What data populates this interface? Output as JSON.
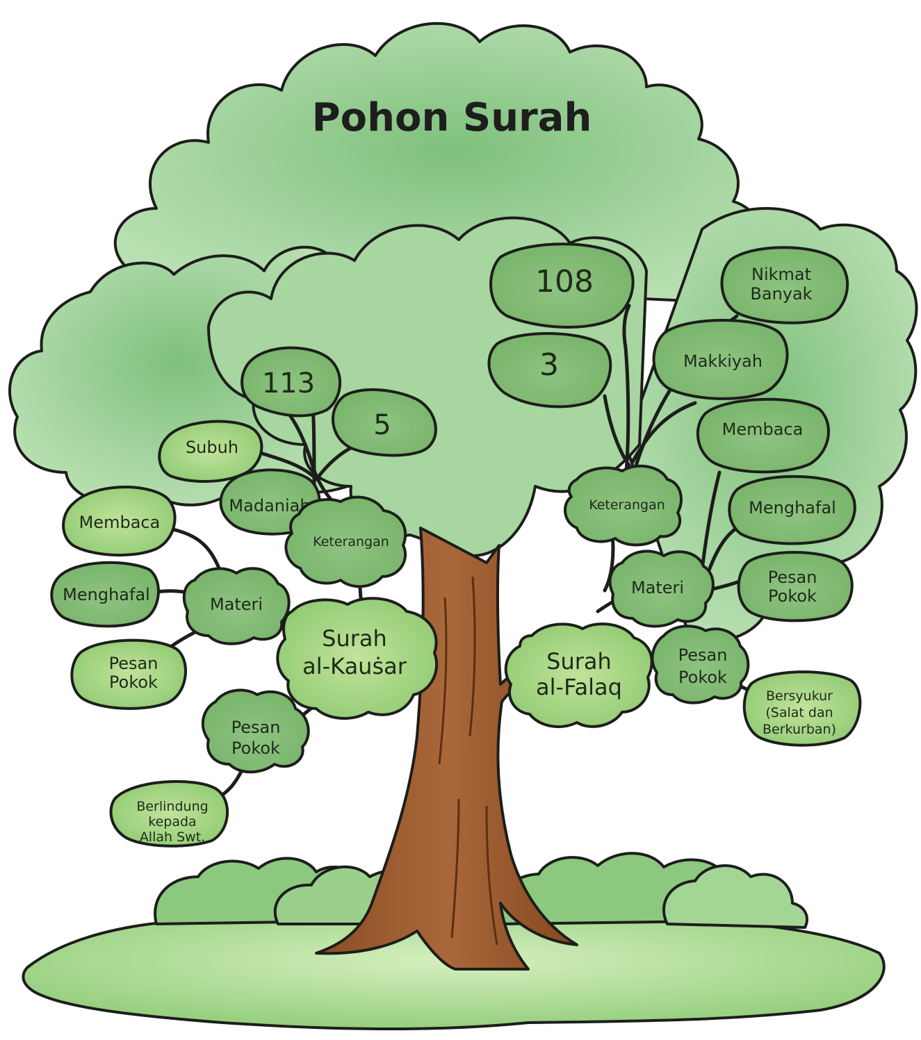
{
  "title": "Pohon Surah",
  "colors": {
    "canopy_back": "#a9d7a4",
    "canopy_front": "#8fcb8f",
    "leaf": "#8bc47e",
    "leaf_light": "#a6d489",
    "branch_node": "#7ebc6f",
    "trunk": "#9b5b2d",
    "grass": "#9fd38a",
    "outline": "#1d1d1b"
  },
  "left": {
    "root": [
      "Surah",
      "al-Kauṡar"
    ],
    "keterangan": "Keterangan",
    "keterangan_items": [
      "113",
      "5",
      "Subuh",
      "Madaniah"
    ],
    "materi": "Materi",
    "materi_items": [
      "Membaca",
      "Menghafal",
      [
        "Pesan",
        "Pokok"
      ]
    ],
    "pesan_node": [
      "Pesan",
      "Pokok"
    ],
    "pesan_item": [
      "Berlindung",
      "kepada",
      "Allah Swt."
    ]
  },
  "right": {
    "root": [
      "Surah",
      "al-Falaq"
    ],
    "keterangan": "Keterangan",
    "keterangan_items": [
      "108",
      "3",
      [
        "Nikmat",
        "Banyak"
      ],
      "Makkiyah"
    ],
    "materi": "Materi",
    "materi_items": [
      "Membaca",
      "Menghafal",
      [
        "Pesan",
        "Pokok"
      ]
    ],
    "pesan_node": [
      "Pesan",
      "Pokok"
    ],
    "pesan_item": [
      "Bersyukur",
      "(Salat dan",
      "Berkurban)"
    ]
  }
}
